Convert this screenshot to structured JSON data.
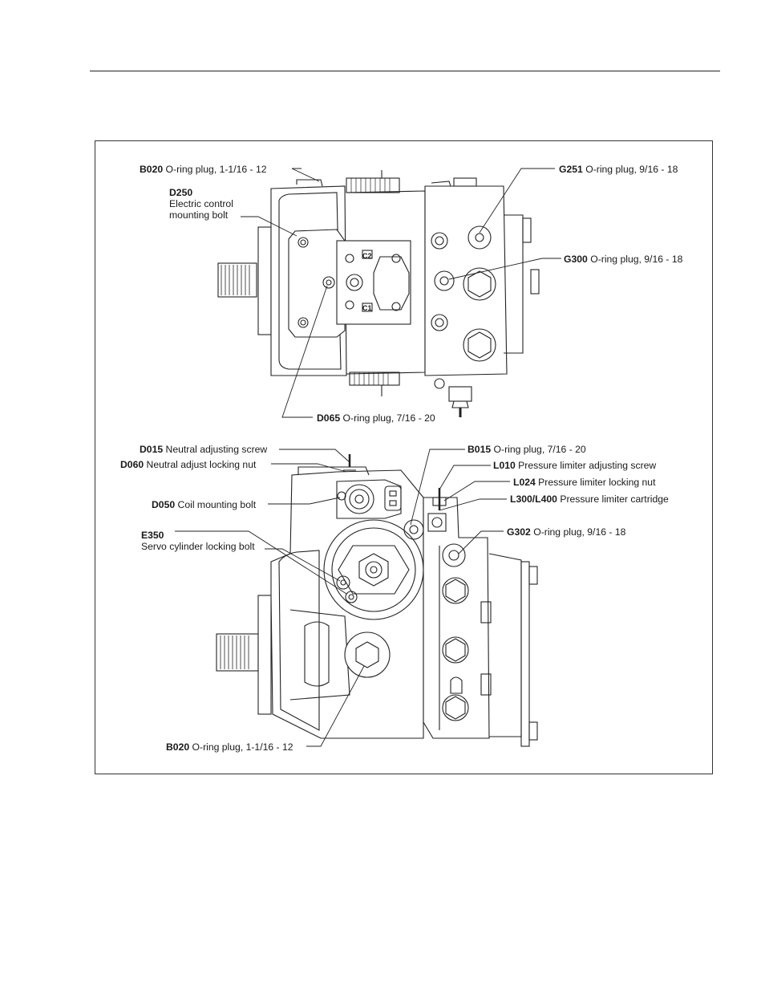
{
  "figure": {
    "callouts": {
      "top_b020": {
        "code": "B020",
        "desc": "O-ring plug, 1-1/16 - 12"
      },
      "top_d250": {
        "code": "D250",
        "desc_line1": "Electric control",
        "desc_line2": "mounting bolt"
      },
      "top_g251": {
        "code": "G251",
        "desc": "O-ring plug, 9/16 - 18"
      },
      "top_g300": {
        "code": "G300",
        "desc": "O-ring plug, 9/16 - 18"
      },
      "top_d065": {
        "code": "D065",
        "desc": "O-ring plug, 7/16 - 20"
      },
      "bot_d015": {
        "code": "D015",
        "desc": "Neutral adjusting screw"
      },
      "bot_d060": {
        "code": "D060",
        "desc": "Neutral adjust locking nut"
      },
      "bot_d050": {
        "code": "D050",
        "desc": "Coil mounting bolt"
      },
      "bot_e350": {
        "code": "E350",
        "desc": "Servo cylinder locking bolt"
      },
      "bot_b015": {
        "code": "B015",
        "desc": "O-ring plug, 7/16 - 20"
      },
      "bot_l010": {
        "code": "L010",
        "desc": "Pressure limiter adjusting screw"
      },
      "bot_l024": {
        "code": "L024",
        "desc": "Pressure limiter locking nut"
      },
      "bot_l300": {
        "code": "L300/L400",
        "desc": "Pressure limiter cartridge"
      },
      "bot_g302": {
        "code": "G302",
        "desc": "O-ring plug, 9/16 - 18"
      },
      "bot_b020": {
        "code": "B020",
        "desc": "O-ring plug, 1-1/16 - 12"
      }
    },
    "connector_marks": {
      "c2": "C2",
      "c1": "C1"
    }
  }
}
